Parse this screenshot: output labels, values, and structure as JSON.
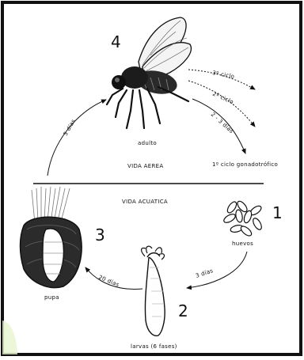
{
  "stages": {
    "adult": {
      "number": "4",
      "label": "adulto"
    },
    "eggs": {
      "number": "1",
      "label": "huevos"
    },
    "larvae": {
      "number": "2",
      "label": "larvas (6 fases)"
    },
    "pupa": {
      "number": "3",
      "label": "pupa"
    }
  },
  "zones": {
    "air": "VIDA AEREA",
    "water": "VIDA ACUATICA"
  },
  "durations": {
    "eggs_to_larvae": "3 días",
    "larvae_to_pupa": "20 días",
    "pupa_to_adult": "5 días",
    "adult_to_eggs": "2 - 3 días"
  },
  "cycles": {
    "first": "1º ciclo gonadotrófico",
    "second": "2º ciclo",
    "third": "3º ciclo"
  }
}
